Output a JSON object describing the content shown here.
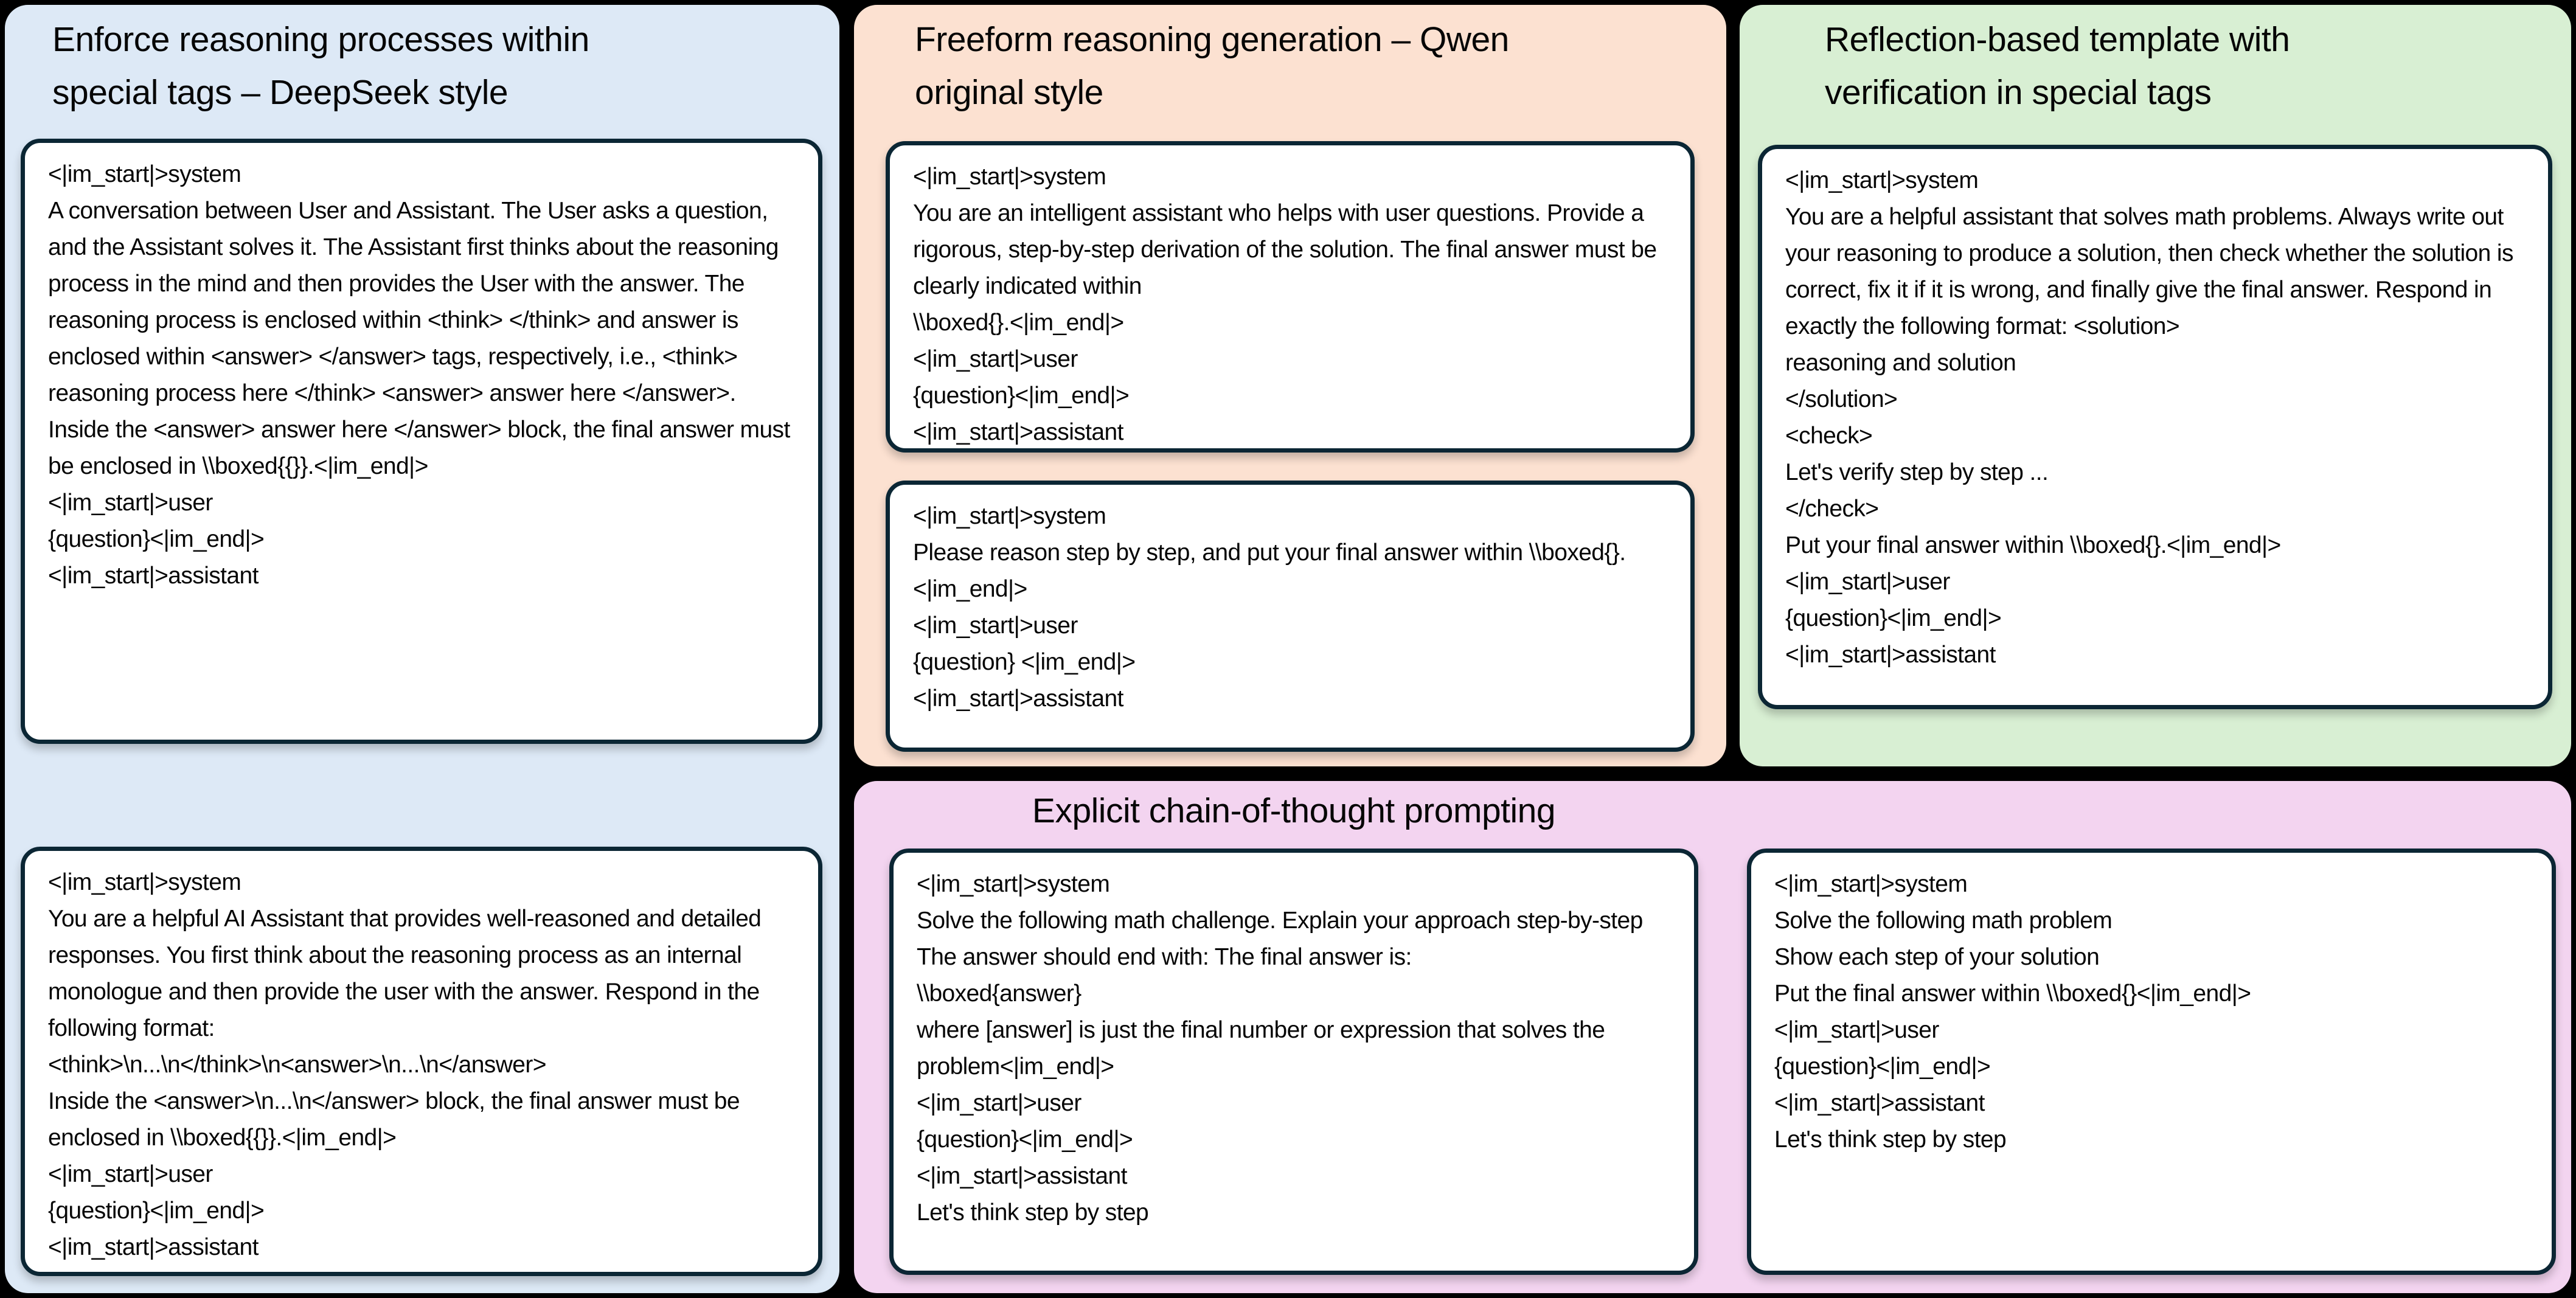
{
  "figure": {
    "background_color": "#000000",
    "box_border_color": "#0b2634",
    "box_fill_color": "#ffffff"
  },
  "panels": {
    "deepseek": {
      "title": "Enforce reasoning processes within special tags – DeepSeek style",
      "color": "#dde9f6",
      "boxes": [
        "<|im_start|>system\nA conversation between User and Assistant. The User asks a question, and the Assistant solves it. The Assistant first thinks about the reasoning process in the mind and then provides the User with the answer. The reasoning process is enclosed within <think> </think> and answer is enclosed within <answer> </answer> tags, respectively, i.e., <think> reasoning process here </think> <answer> answer here </answer>.\nInside the <answer> answer here </answer> block, the final answer must be enclosed in \\\\boxed{{}}.<|im_end|>\n<|im_start|>user\n{question}<|im_end|>\n<|im_start|>assistant",
        "<|im_start|>system\nYou are a helpful AI Assistant that provides well-reasoned and detailed responses. You first think about the reasoning process as an internal monologue and then provide the user with the answer. Respond in the following format:\n<think>\\n...\\n</think>\\n<answer>\\n...\\n</answer>\nInside the <answer>\\n...\\n</answer> block, the final answer must be enclosed in \\\\boxed{{}}.<|im_end|>\n<|im_start|>user\n{question}<|im_end|>\n<|im_start|>assistant"
      ]
    },
    "qwen": {
      "title": "Freeform reasoning generation – Qwen original style",
      "color": "#fce1d1",
      "boxes": [
        "<|im_start|>system\nYou are an intelligent assistant who helps with user questions. Provide a rigorous, step-by-step derivation of the solution. The final answer must be clearly indicated within\n\\\\boxed{}.<|im_end|>\n<|im_start|>user\n{question}<|im_end|>\n<|im_start|>assistant",
        "<|im_start|>system\nPlease reason step by step, and put your final answer within \\\\boxed{}.<|im_end|>\n<|im_start|>user\n{question} <|im_end|>\n<|im_start|>assistant"
      ]
    },
    "reflection": {
      "title": "Reflection-based template with verification in special tags",
      "color": "#d8efd3",
      "boxes": [
        "<|im_start|>system\nYou are a helpful assistant that solves math problems. Always write out your reasoning to produce a solution, then check whether the solution is correct, fix it if it is wrong, and finally give the final answer. Respond in exactly the following format: <solution>\nreasoning and solution\n</solution>\n<check>\nLet's verify step by step ...\n</check>\nPut your final answer within \\\\boxed{}.<|im_end|>\n<|im_start|>user\n{question}<|im_end|>\n<|im_start|>assistant"
      ]
    },
    "cot": {
      "title": "Explicit chain-of-thought prompting",
      "color": "#f3d4f0",
      "boxes": [
        "<|im_start|>system\nSolve the following math challenge. Explain your approach step-by-step\nThe answer should end with: The final answer is:\n\\\\boxed{answer}\nwhere [answer] is just the final number or expression that solves the problem<|im_end|>\n<|im_start|>user\n{question}<|im_end|>\n<|im_start|>assistant\nLet's think step by step",
        "<|im_start|>system\nSolve the following math problem\nShow each step of your solution\nPut the final answer within \\\\boxed{}<|im_end|>\n<|im_start|>user\n{question}<|im_end|>\n<|im_start|>assistant\nLet's think step by step"
      ]
    }
  }
}
